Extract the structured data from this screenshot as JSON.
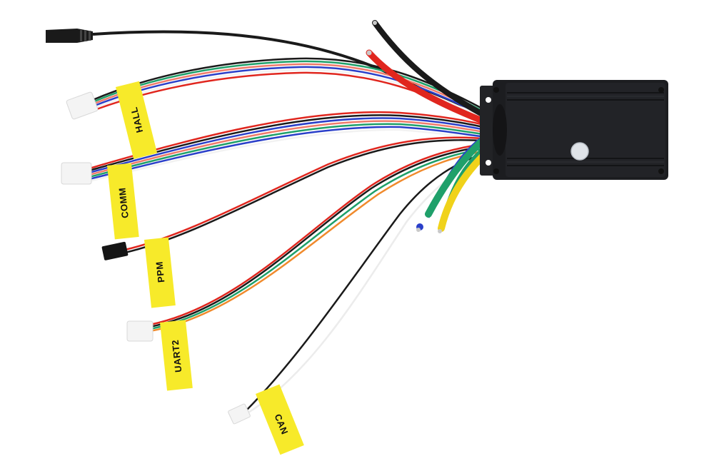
{
  "image": {
    "subject": "Electronic speed controller with labeled wire harnesses",
    "background": "#ffffff"
  },
  "controller": {
    "body_color": "#1c1d20",
    "button_color": "#dfe3e8"
  },
  "labels": [
    {
      "text": "HALL",
      "connector": "6-pin JST white connector",
      "tag_color": "#f7ea2a"
    },
    {
      "text": "COMM",
      "connector": "8-pin JST white connector",
      "tag_color": "#f7ea2a"
    },
    {
      "text": "PPM",
      "connector": "3-pin servo connector (black)",
      "tag_color": "#f7ea2a"
    },
    {
      "text": "UART2",
      "connector": "4-pin JST white connector",
      "tag_color": "#f7ea2a"
    },
    {
      "text": "CAN",
      "connector": "2-pin JST white connector",
      "tag_color": "#f7ea2a"
    }
  ],
  "power_leads": [
    {
      "name": "battery-negative",
      "color": "#1a1a1a"
    },
    {
      "name": "battery-positive",
      "color": "#e0261e"
    }
  ],
  "motor_phases": [
    {
      "name": "phase-a",
      "color": "#1fa06a"
    },
    {
      "name": "phase-b",
      "color": "#1f9a67"
    },
    {
      "name": "phase-c",
      "color": "#f0d21a"
    }
  ],
  "aux_connector": {
    "name": "usb-connector",
    "color": "#1a1a1a"
  },
  "wire_colors": {
    "black": "#1a1a1a",
    "red": "#e0261e",
    "green": "#1fa06a",
    "blue": "#2a3fc9",
    "orange": "#f08a2c",
    "white": "#f2f2f2",
    "yellow": "#f0d21a",
    "salmon": "#ef7b6b"
  }
}
